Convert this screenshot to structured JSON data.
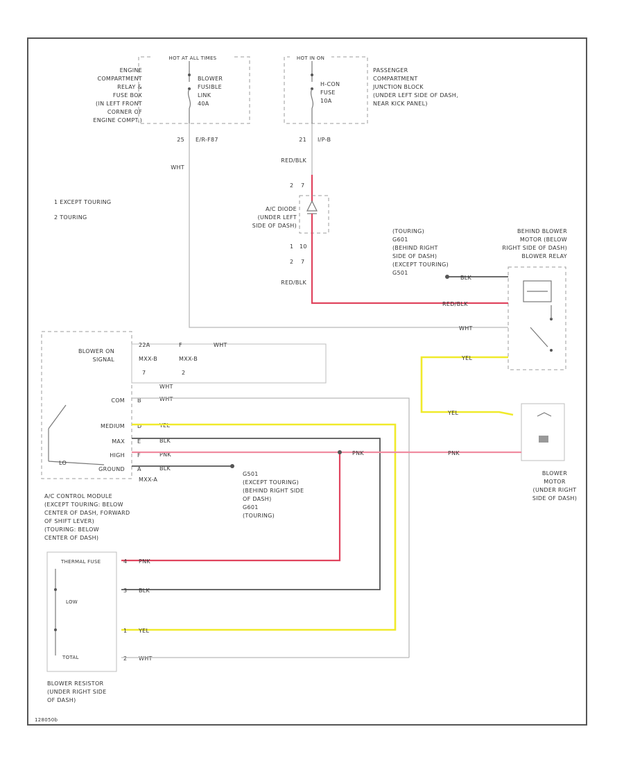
{
  "diagram": {
    "fuse_box": {
      "header": "HOT AT ALL TIMES",
      "location": [
        "ENGINE",
        "COMPARTMENT",
        "RELAY &",
        "FUSE BOX",
        "(IN LEFT FRONT",
        "CORNER OF",
        "ENGINE COMPT.)"
      ],
      "fuse": [
        "BLOWER",
        "FUSIBLE",
        "LINK",
        "40A"
      ],
      "pin": "25",
      "connector": "E/R-F87",
      "wire": "WHT"
    },
    "junction_block": {
      "header": "HOT IN ON",
      "location": [
        "PASSENGER",
        "COMPARTMENT",
        "JUNCTION BLOCK",
        "(UNDER LEFT SIDE OF DASH,",
        "NEAR KICK PANEL)"
      ],
      "fuse": [
        "H-CON",
        "FUSE",
        "10A"
      ],
      "pin": "21",
      "connector": "I/P-B",
      "wire": "RED/BLK"
    },
    "footnotes": [
      "1 EXCEPT TOURING",
      "2 TOURING"
    ],
    "ac_diode": {
      "pins_top": [
        "2",
        "7"
      ],
      "pins_bottom": [
        "1",
        "10"
      ],
      "pins_bottom2": [
        "2",
        "7"
      ],
      "label": [
        "A/C DIODE",
        "(UNDER LEFT",
        "SIDE OF DASH)"
      ],
      "wire_out": "RED/BLK"
    },
    "ground_note": [
      "(TOURING)",
      "G601",
      "(BEHIND RIGHT",
      "SIDE OF DASH)",
      "(EXCEPT TOURING)",
      "G501"
    ],
    "relay": {
      "label": [
        "BEHIND BLOWER",
        "MOTOR (BELOW",
        "RIGHT SIDE OF DASH)",
        "BLOWER RELAY"
      ],
      "w1": "BLK",
      "w2": "RED/BLK",
      "w3": "WHT",
      "w4": "YEL"
    },
    "module": {
      "signal_label": [
        "BLOWER ON",
        "SIGNAL"
      ],
      "signal_pins": [
        "22A",
        "F",
        "WHT"
      ],
      "signal_conns": [
        "MXX-B",
        "MXX-B"
      ],
      "signal_nums": [
        "7",
        "2"
      ],
      "switch_rows": [
        {
          "name": "COM",
          "pin": "B",
          "wire": "WHT"
        },
        {
          "name": "MEDIUM",
          "pin": "D",
          "wire": "YEL"
        },
        {
          "name": "MAX",
          "pin": "E",
          "wire": "BLK"
        },
        {
          "name": "HIGH",
          "pin": "F",
          "wire": "PNK"
        },
        {
          "name": "GROUND",
          "pin": "A",
          "wire": "BLK"
        }
      ],
      "switch_lo": "LO",
      "conn": "MXX-A",
      "wht_top": "WHT",
      "label": [
        "A/C CONTROL MODULE",
        "(EXCEPT TOURING: BELOW",
        "CENTER OF DASH, FORWARD",
        "OF SHIFT LEVER)",
        "(TOURING: BELOW",
        "CENTER OF DASH)"
      ]
    },
    "g_note": [
      "G501",
      "(EXCEPT TOURING)",
      "(BEHIND RIGHT SIDE",
      "OF DASH)",
      "G601",
      "(TOURING)"
    ],
    "motor": {
      "label": [
        "BLOWER",
        "MOTOR",
        "(UNDER RIGHT",
        "SIDE OF DASH)"
      ],
      "wire_top": "YEL",
      "wire_bot": "PNK"
    },
    "resistor": {
      "header": "THERMAL FUSE",
      "side": "LOW",
      "total": "TOTAL",
      "rows": [
        {
          "pin": "4",
          "wire": "PNK"
        },
        {
          "pin": "3",
          "wire": "BLK"
        },
        {
          "pin": "1",
          "wire": "YEL"
        },
        {
          "pin": "2",
          "wire": "WHT"
        }
      ],
      "label": [
        "BLOWER RESISTOR",
        "(UNDER RIGHT SIDE",
        "OF DASH)"
      ]
    },
    "pnk_mid": "PNK",
    "yel_mid": "YEL",
    "footer": "128050b",
    "colors": {
      "red": "#e0445e",
      "pink": "#f08ca0",
      "yellow": "#f0ea2a",
      "dark": "#555555"
    }
  }
}
